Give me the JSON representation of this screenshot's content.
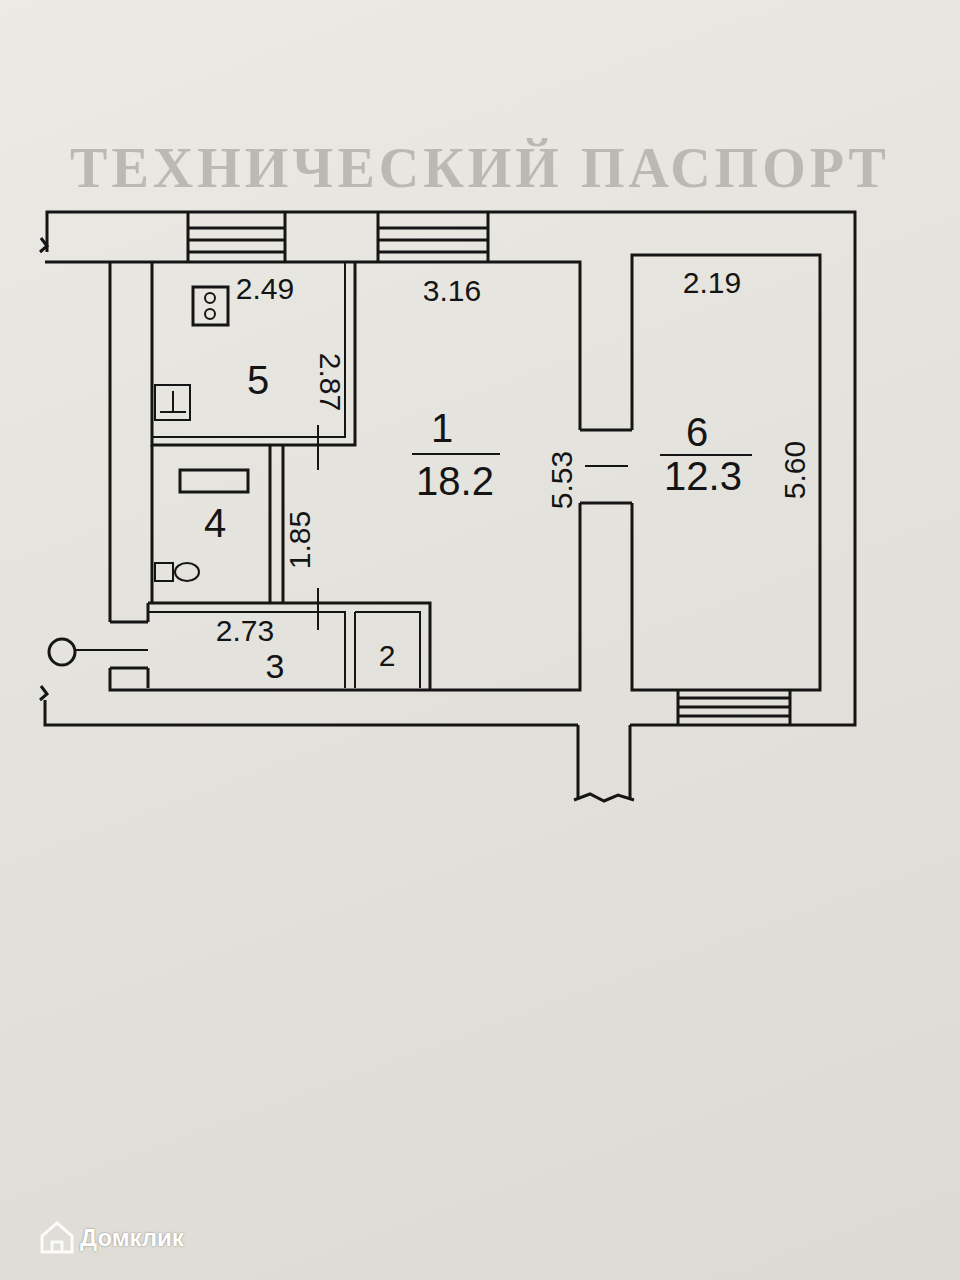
{
  "diagram": {
    "nodes": [
      {
        "text": [
          "5"
        ]
      },
      {
        "text": [
          "1",
          "18.2"
        ]
      },
      {
        "text": [
          "6",
          "12.3"
        ]
      },
      {
        "text": [
          "4"
        ]
      },
      {
        "text": [
          "3"
        ]
      },
      {
        "text": [
          "2"
        ]
      }
    ],
    "labels": [
      "ТЕХНИЧЕСКИЙ ПАСПОРТ",
      "2.49",
      "3.16",
      "2.19",
      "2.87",
      "5.53",
      "5.60",
      "1.85",
      "2.73",
      "Домклик"
    ]
  }
}
